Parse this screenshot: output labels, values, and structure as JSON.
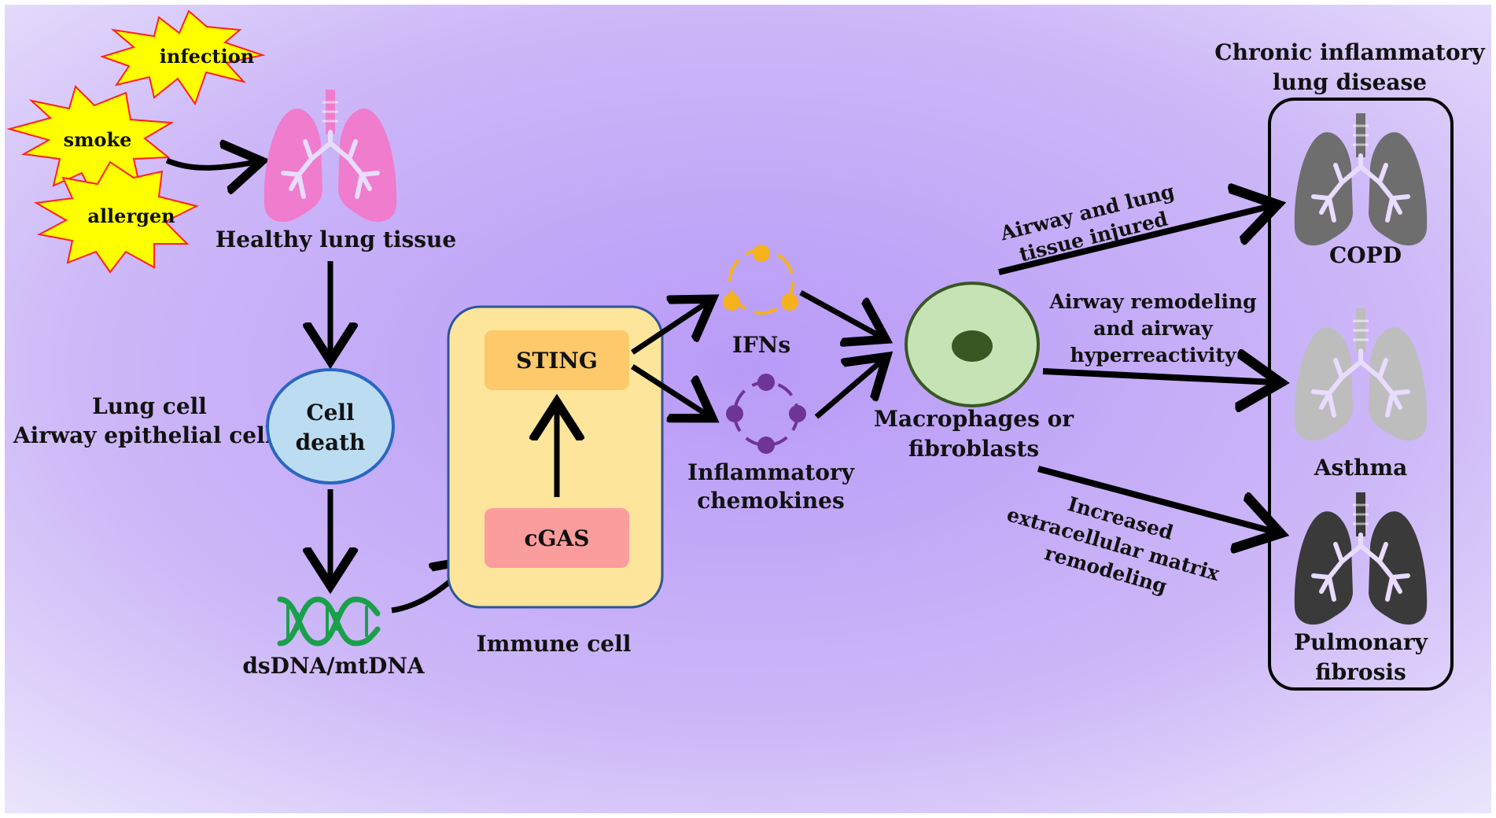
{
  "triggers": {
    "infection": "infection",
    "smoke": "smoke",
    "allergen": "allergen"
  },
  "healthy_lung_label": "Healthy lung tissue",
  "lung_cell": {
    "line1": "Lung cell",
    "line2": "Airway epithelial cells"
  },
  "cell_death": {
    "line1": "Cell",
    "line2": "death"
  },
  "dna_label": "dsDNA/mtDNA",
  "immune_cell": {
    "sting": "STING",
    "cgas": "cGAS",
    "label": "Immune cell"
  },
  "ifns_label": "IFNs",
  "chemokines": {
    "line1": "Inflammatory",
    "line2": "chemokines"
  },
  "macrophages": {
    "line1": "Macrophages or",
    "line2": "fibroblasts"
  },
  "disease_panel": {
    "title_line1": "Chronic inflammatory",
    "title_line2": "lung disease",
    "copd": "COPD",
    "asthma": "Asthma",
    "fibrosis_line1": "Pulmonary",
    "fibrosis_line2": "fibrosis"
  },
  "arrow_labels": {
    "copd_line1": "Airway and lung",
    "copd_line2": "tissue injured",
    "asthma_line1": "Airway remodeling",
    "asthma_line2": "and airway",
    "asthma_line3": "hyperreactivity",
    "fibrosis_line1": "Increased",
    "fibrosis_line2": "extracellular matrix",
    "fibrosis_line3": "remodeling"
  },
  "colors": {
    "healthy_lung": "#f07ccd",
    "copd_lung": "#6e6e6e",
    "asthma_lung": "#bdbdbd",
    "fibrosis_lung": "#3a3a3a",
    "starburst_fill": "#ffff00",
    "starburst_stroke": "#ff2020",
    "cell_death_fill": "#bcdcf2",
    "immune_box": "#fde59c",
    "sting_box": "#fdc96a",
    "cgas_box": "#fb9d9d",
    "ifn_dots": "#f5b21c",
    "chemokine_dots": "#6e3496",
    "macrophage_fill": "#c6e3b5",
    "nucleus": "#385723",
    "dna": "#1aa04a"
  }
}
